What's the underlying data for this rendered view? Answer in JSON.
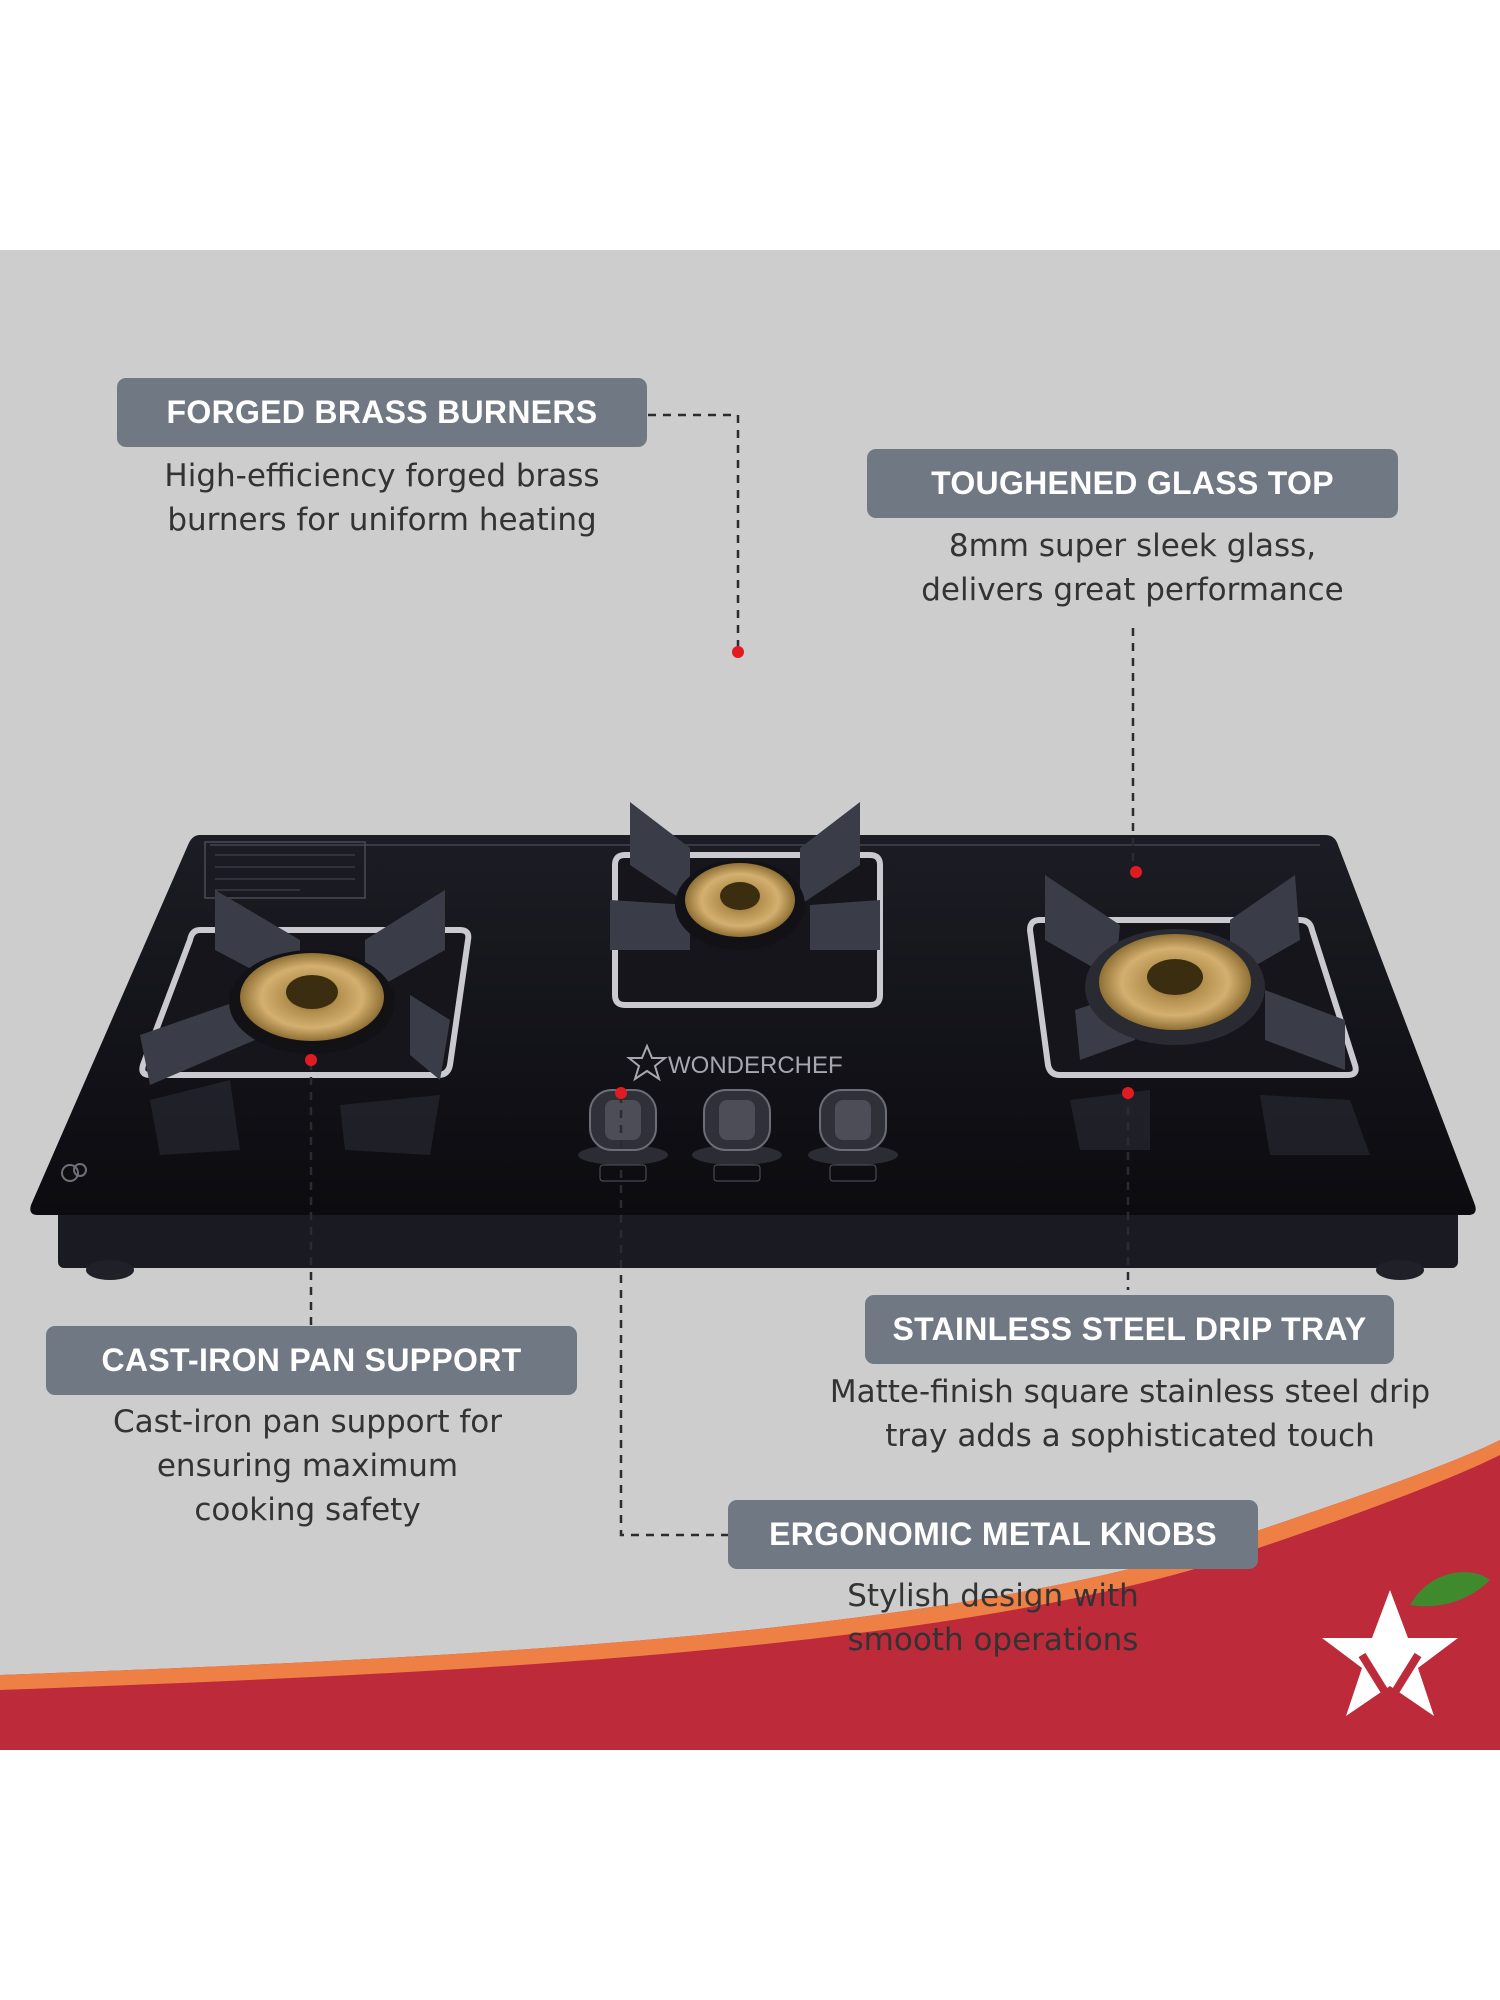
{
  "brand": {
    "name": "WONDERCHEF"
  },
  "colors": {
    "banner_bg": "#cdcdcd",
    "tag_bg": "#707983",
    "swoosh_red": "#bd2a3a",
    "swoosh_orange": "#ee7f45",
    "leaf_green": "#3f8a2c"
  },
  "features": {
    "burners": {
      "title": "FORGED BRASS BURNERS",
      "lines": [
        "High-efficiency forged brass",
        "burners for uniform heating"
      ]
    },
    "glass": {
      "title": "TOUGHENED GLASS TOP",
      "lines": [
        "8mm super sleek glass,",
        "delivers great performance"
      ]
    },
    "pan": {
      "title": "CAST-IRON PAN SUPPORT",
      "lines": [
        "Cast-iron pan support for",
        "ensuring maximum",
        "cooking safety"
      ]
    },
    "tray": {
      "title": "STAINLESS STEEL DRIP TRAY",
      "lines": [
        "Matte-finish square stainless steel drip",
        "tray adds a sophisticated touch"
      ]
    },
    "knobs": {
      "title": "ERGONOMIC METAL KNOBS",
      "lines": [
        "Stylish design with",
        "smooth operations"
      ]
    }
  }
}
